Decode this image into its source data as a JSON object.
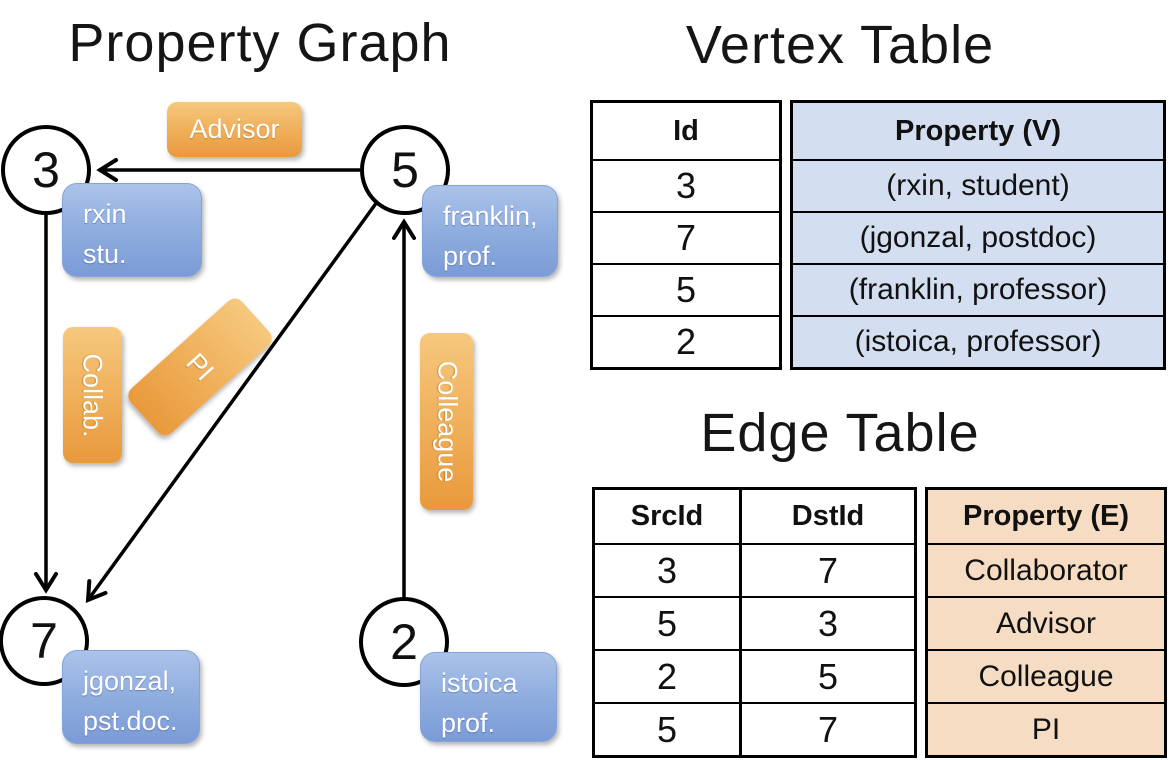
{
  "titles": {
    "graph": "Property Graph"
  },
  "graph": {
    "nodes": [
      {
        "id": "3"
      },
      {
        "id": "5"
      },
      {
        "id": "7"
      },
      {
        "id": "2"
      }
    ],
    "vertex_boxes": [
      {
        "line1": "rxin",
        "line2": "stu."
      },
      {
        "line1": "franklin,",
        "line2": "prof."
      },
      {
        "line1": "jgonzal,",
        "line2": "pst.doc."
      },
      {
        "line1": "istoica",
        "line2": "prof."
      }
    ],
    "edge_labels": {
      "advisor": "Advisor",
      "collab": "Collab.",
      "pi": "PI",
      "colleague": "Colleague"
    }
  },
  "vertex_table": {
    "title": "Vertex Table",
    "headers": {
      "id": "Id",
      "property": "Property (V)"
    },
    "rows": [
      {
        "id": "3",
        "property": "(rxin, student)"
      },
      {
        "id": "7",
        "property": "(jgonzal, postdoc)"
      },
      {
        "id": "5",
        "property": "(franklin, professor)"
      },
      {
        "id": "2",
        "property": "(istoica, professor)"
      }
    ]
  },
  "edge_table": {
    "title": "Edge Table",
    "headers": {
      "src": "SrcId",
      "dst": "DstId",
      "property": "Property (E)"
    },
    "rows": [
      {
        "src": "3",
        "dst": "7",
        "property": "Collaborator"
      },
      {
        "src": "5",
        "dst": "3",
        "property": "Advisor"
      },
      {
        "src": "2",
        "dst": "5",
        "property": "Colleague"
      },
      {
        "src": "5",
        "dst": "7",
        "property": "PI"
      }
    ]
  },
  "colors": {
    "edge_label_orange": "#eda64e",
    "vertex_box_blue": "#8fadde",
    "vertex_table_fill": "#d3def1",
    "edge_table_fill": "#f5dcc2",
    "line_black": "#000000"
  }
}
